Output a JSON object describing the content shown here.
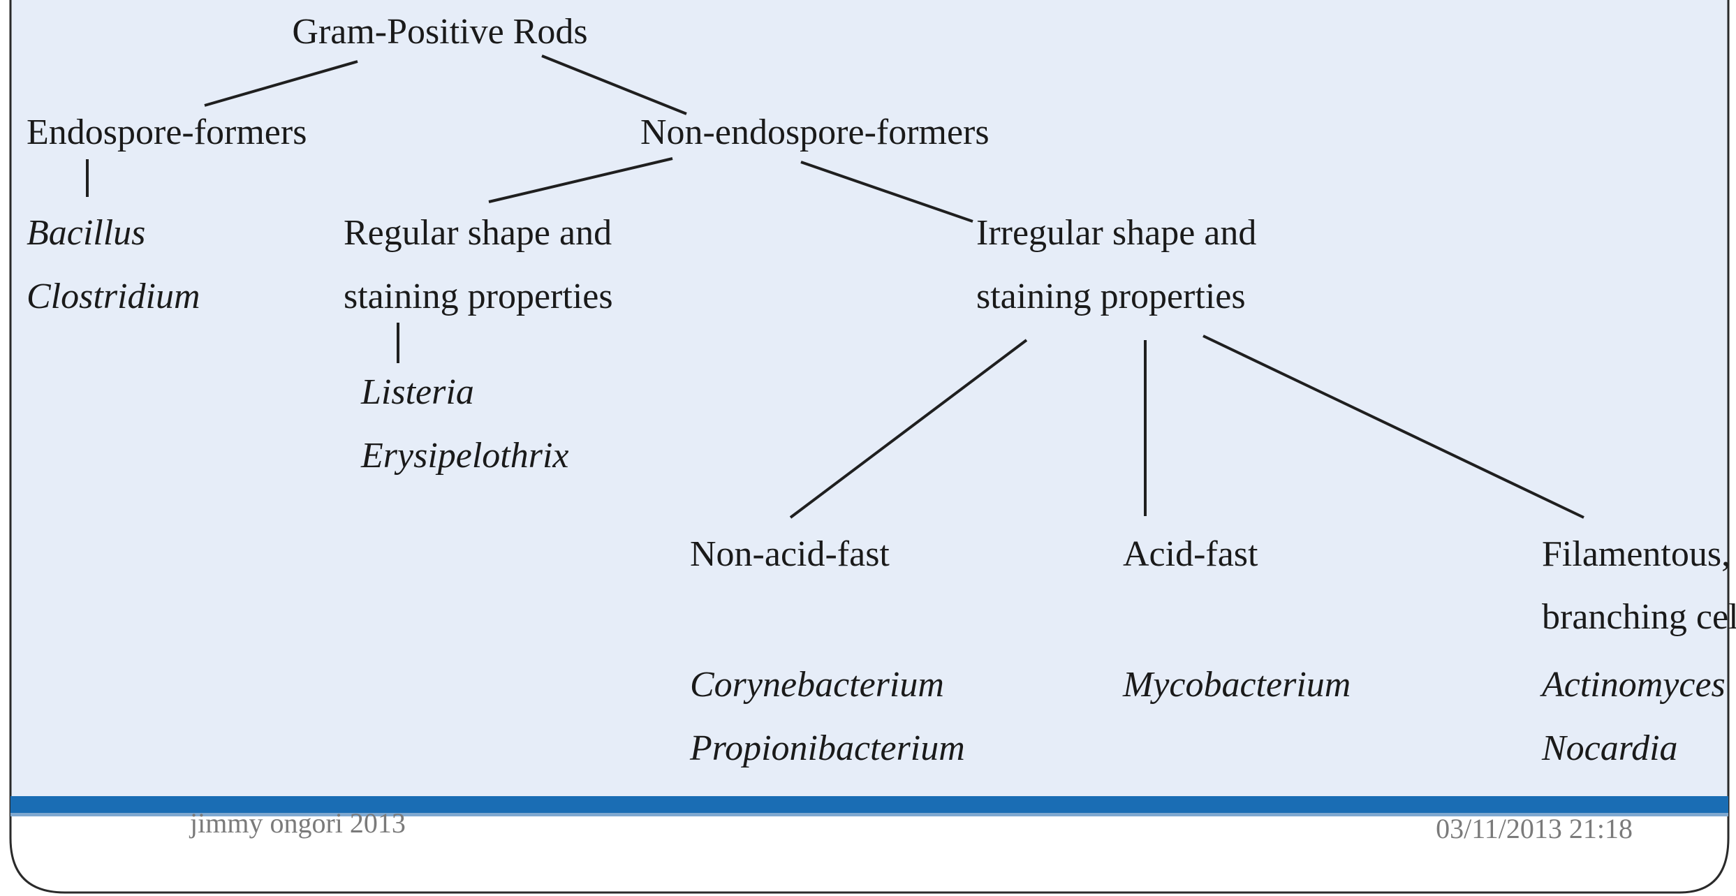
{
  "diagram": {
    "background_color": "#e6edf8",
    "line_color": "#1f1f1f",
    "text_color": "#1a1a1a",
    "root": "Gram-Positive Rods",
    "level1": {
      "endospore": "Endospore-formers",
      "non_endospore": "Non-endospore-formers"
    },
    "endospore_genera": [
      "Bacillus",
      "Clostridium"
    ],
    "level2": {
      "regular": [
        "Regular shape and",
        "staining properties"
      ],
      "irregular": [
        "Irregular shape and",
        "staining properties"
      ]
    },
    "regular_genera": [
      "Listeria",
      "Erysipelothrix"
    ],
    "level3": {
      "non_acid_fast": "Non-acid-fast",
      "acid_fast": "Acid-fast",
      "filamentous": [
        "Filamentous,",
        "branching cells"
      ]
    },
    "non_acid_fast_genera": [
      "Corynebacterium",
      "Propionibacterium"
    ],
    "acid_fast_genera": [
      "Mycobacterium"
    ],
    "filamentous_genera": [
      "Actinomyces",
      "Nocardia"
    ]
  },
  "footer": {
    "author": "jimmy ongori 2013",
    "date": "03/11/2013 21:18",
    "bar_color": "#1a6db4",
    "text_color": "#7a7a7a"
  }
}
